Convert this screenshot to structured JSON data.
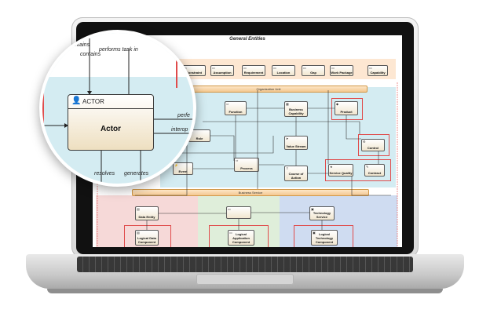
{
  "diagram": {
    "title": "General Entities",
    "general_entities": [
      "Constraint",
      "Assumption",
      "Requirement",
      "Location",
      "Gap",
      "Work Package",
      "Capability"
    ],
    "organization_unit_label": "Organization Unit",
    "business_services_label": "Business Service",
    "nodes": {
      "function": "Function",
      "business_capability": "Business Capability",
      "product": "Product",
      "role": "Role",
      "value_stream": "Value Stream",
      "control": "Control",
      "event": "Event",
      "process": "Process",
      "course_of_action": "Course of Action",
      "service_quality": "Service Quality",
      "contract": "Contract",
      "data_entity": "Data Entity",
      "logical_data_component": "Logical Data Component",
      "logical_application_component": "Logical Application Component",
      "technology_service": "Technology Service",
      "logical_technology_component": "Logical Technology Component"
    }
  },
  "magnifier": {
    "actor_caption": "ACTOR",
    "actor_name": "Actor",
    "labels": {
      "contains": "contains",
      "performs": "performs task in",
      "perf": "perfe",
      "interop": "interop",
      "resolves": "resolves",
      "generates": "generates"
    }
  },
  "colors": {
    "org_unit_bg": "#d4ecf2",
    "general_bg": "#fde7d2",
    "data_bg": "#f6d9d8",
    "app_bg": "#dfeeda",
    "tech_bg": "#cfdcf1",
    "node_fill": "#f1e6cf",
    "accent_red": "#e04b4b"
  }
}
